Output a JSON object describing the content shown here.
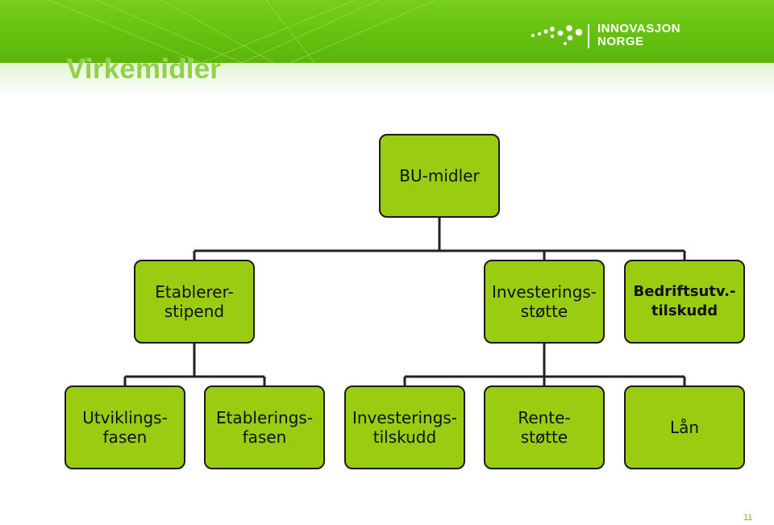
{
  "header": {
    "title": "Virkemidler",
    "brand_color": "#66c010",
    "logo": {
      "line1": "INNOVASJON",
      "line2": "NORGE"
    }
  },
  "diagram": {
    "node_fill": "#9acd11",
    "root": {
      "label": "BU-midler"
    },
    "level2": [
      {
        "id": "etablererstipend",
        "label_line1": "Etablerer-",
        "label_line2": "stipend"
      },
      {
        "id": "investeringsstotte",
        "label_line1": "Investerings-",
        "label_line2": "støtte"
      },
      {
        "id": "bedriftsutv",
        "label_line1": "Bedriftsutv.-",
        "label_line2": "tilskudd"
      }
    ],
    "level3": [
      {
        "id": "utviklingsfasen",
        "label_line1": "Utviklings-",
        "label_line2": "fasen"
      },
      {
        "id": "etableringsfasen",
        "label_line1": "Etablerings-",
        "label_line2": "fasen"
      },
      {
        "id": "investeringstilskudd",
        "label_line1": "Investerings-",
        "label_line2": "tilskudd"
      },
      {
        "id": "rentestotte",
        "label_line1": "Rente-",
        "label_line2": "støtte"
      },
      {
        "id": "lan",
        "label_line1": "Lån",
        "label_line2": ""
      }
    ]
  },
  "footer": {
    "page_number": "11"
  }
}
